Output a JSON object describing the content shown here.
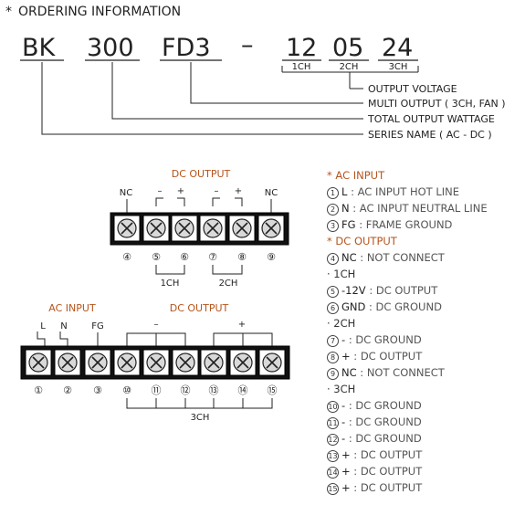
{
  "header": {
    "bullet": "*",
    "title": "ORDERING INFORMATION"
  },
  "code": {
    "series": "BK",
    "wattage": "300",
    "type": "FD3",
    "dash": "–",
    "v1": "12",
    "v2": "05",
    "v3": "24",
    "ch1": "1CH",
    "ch2": "2CH",
    "ch3": "3CH"
  },
  "callouts": {
    "output_voltage": "OUTPUT VOLTAGE",
    "multi_output": "MULTI OUTPUT ( 3CH, FAN )",
    "total_wattage": "TOTAL OUTPUT WATTAGE",
    "series_name": "SERIES NAME ( AC - DC )"
  },
  "top_block": {
    "title": "DC OUTPUT",
    "labels": {
      "nc_left": "NC",
      "minus1": "–",
      "plus1": "+",
      "minus2": "–",
      "plus2": "+",
      "nc_right": "NC"
    },
    "numbers": [
      "④",
      "⑤",
      "⑥",
      "⑦",
      "⑧",
      "⑨"
    ],
    "group1": "1CH",
    "group2": "2CH"
  },
  "bottom_block": {
    "ac_title": "AC INPUT",
    "dc_title": "DC OUTPUT",
    "labels": {
      "l": "L",
      "n": "N",
      "fg": "FG",
      "minus": "–",
      "plus": "+"
    },
    "numbers": [
      "①",
      "②",
      "③",
      "⑩",
      "⑪",
      "⑫",
      "⑬",
      "⑭",
      "⑮"
    ],
    "group": "3CH"
  },
  "legend": {
    "ac_header": "* AC INPUT",
    "ac_items": [
      {
        "num": "1",
        "key": "L",
        "desc": ": AC INPUT HOT LINE"
      },
      {
        "num": "2",
        "key": "N",
        "desc": ": AC INPUT NEUTRAL LINE"
      },
      {
        "num": "3",
        "key": "FG",
        "desc": ": FRAME GROUND"
      }
    ],
    "dc_header": "* DC OUTPUT",
    "dc_items": [
      {
        "num": "4",
        "key": "NC",
        "desc": ": NOT CONNECT"
      }
    ],
    "ch1_header": "· 1CH",
    "ch1_items": [
      {
        "num": "5",
        "key": "-12V",
        "desc": ": DC OUTPUT"
      },
      {
        "num": "6",
        "key": "GND",
        "desc": ": DC GROUND"
      }
    ],
    "ch2_header": "· 2CH",
    "ch2_items": [
      {
        "num": "7",
        "key": "-",
        "desc": ": DC GROUND"
      },
      {
        "num": "8",
        "key": "+",
        "desc": ": DC OUTPUT"
      },
      {
        "num": "9",
        "key": "NC",
        "desc": ": NOT CONNECT"
      }
    ],
    "ch3_header": "· 3CH",
    "ch3_items": [
      {
        "num": "10",
        "key": "-",
        "desc": ": DC GROUND"
      },
      {
        "num": "11",
        "key": "-",
        "desc": ": DC GROUND"
      },
      {
        "num": "12",
        "key": "-",
        "desc": ": DC GROUND"
      },
      {
        "num": "13",
        "key": "+",
        "desc": ": DC OUTPUT"
      },
      {
        "num": "14",
        "key": "+",
        "desc": ": DC OUTPUT"
      },
      {
        "num": "15",
        "key": "+",
        "desc": ": DC OUTPUT"
      }
    ]
  }
}
